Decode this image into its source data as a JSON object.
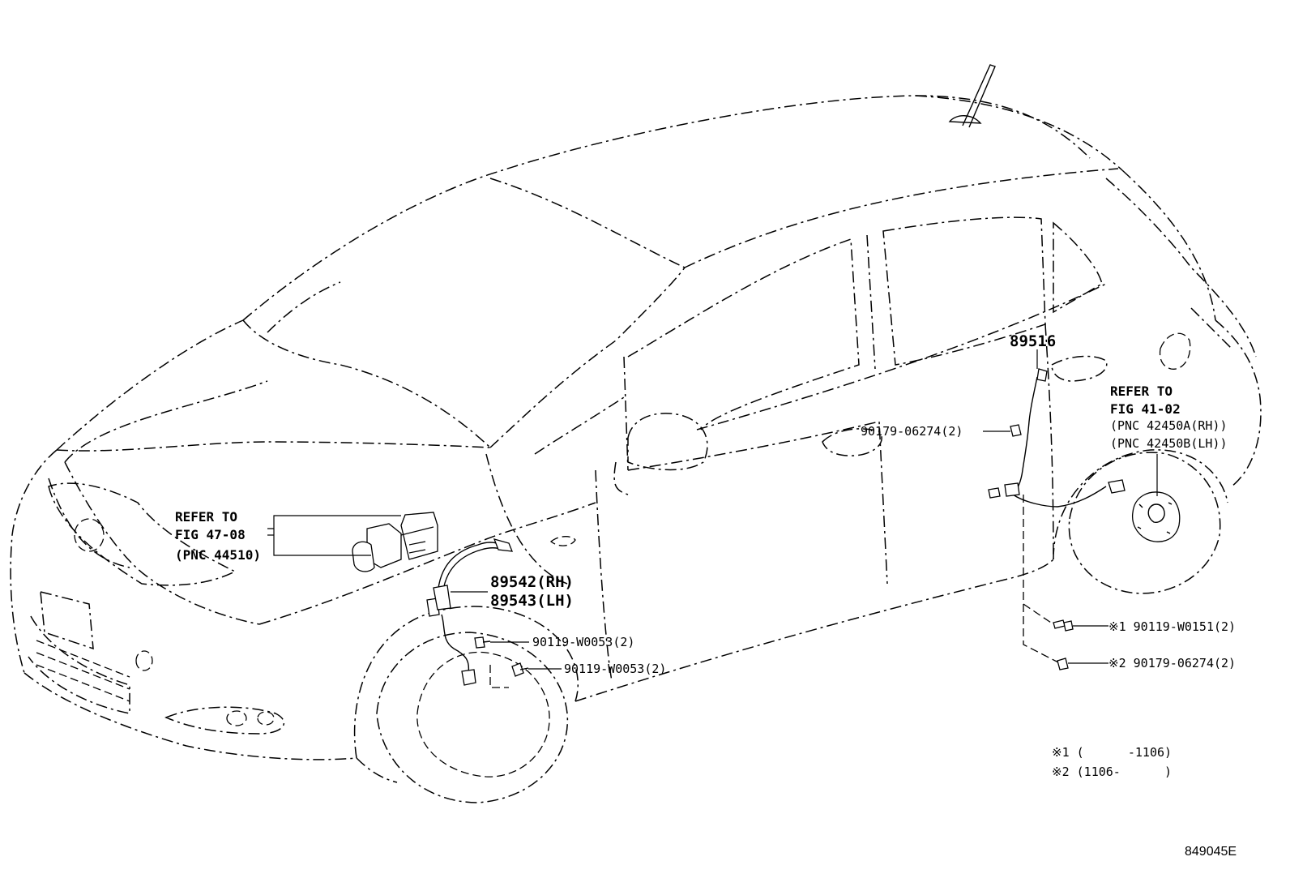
{
  "callouts": {
    "abs_refer_line1": "REFER TO",
    "abs_refer_line2": "FIG 47-08",
    "abs_refer_line3": "(PNC 44510)",
    "front_sensor_rh": "89542(RH)",
    "front_sensor_lh": "89543(LH)",
    "bolt_upper": "90119-W0053(2)",
    "bolt_lower": "90119-W0053(2)",
    "rear_sensor": "89516",
    "rear_nut": "90179-06274(2)",
    "hub_refer_line1": "REFER TO",
    "hub_refer_line2": "FIG 41-02",
    "hub_refer_line3": "(PNC 42450A(RH))",
    "hub_refer_line4": "(PNC 42450B(LH))",
    "alt_bolt": "※1 90119-W0151(2)",
    "alt_nut": "※2 90179-06274(2)"
  },
  "notes": {
    "note1": "※1 (      -1106)",
    "note2": "※2 (1106-      )"
  },
  "illustration_id": "849045E"
}
